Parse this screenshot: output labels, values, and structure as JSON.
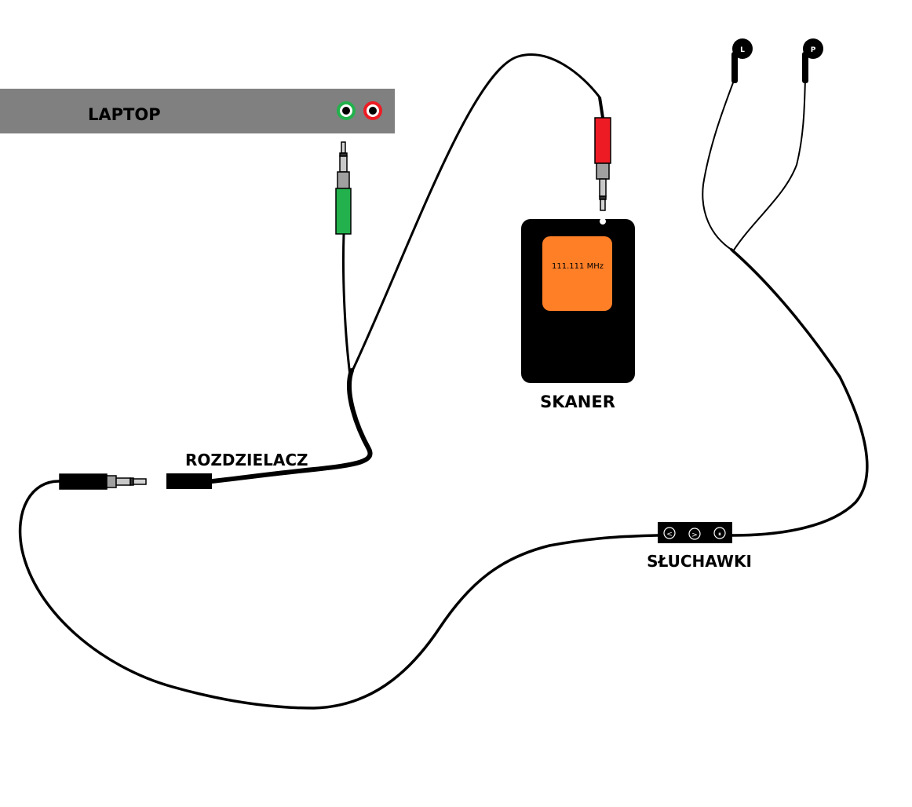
{
  "labels": {
    "laptop": "LAPTOP",
    "scanner": "SKANER",
    "splitter": "ROZDZIELACZ",
    "headphones": "SŁUCHAWKI"
  },
  "scanner_display": "111.111 MHz",
  "earbuds": {
    "left": "L",
    "right": "P"
  },
  "remote_buttons": [
    "<",
    ">",
    "⏸"
  ],
  "colors": {
    "laptop_body": "#808080",
    "mic_jack": "#22b14c",
    "audio_jack": "#ed1c24",
    "scanner_body": "#000000",
    "scanner_screen": "#ff7f27",
    "cable": "#000000"
  }
}
